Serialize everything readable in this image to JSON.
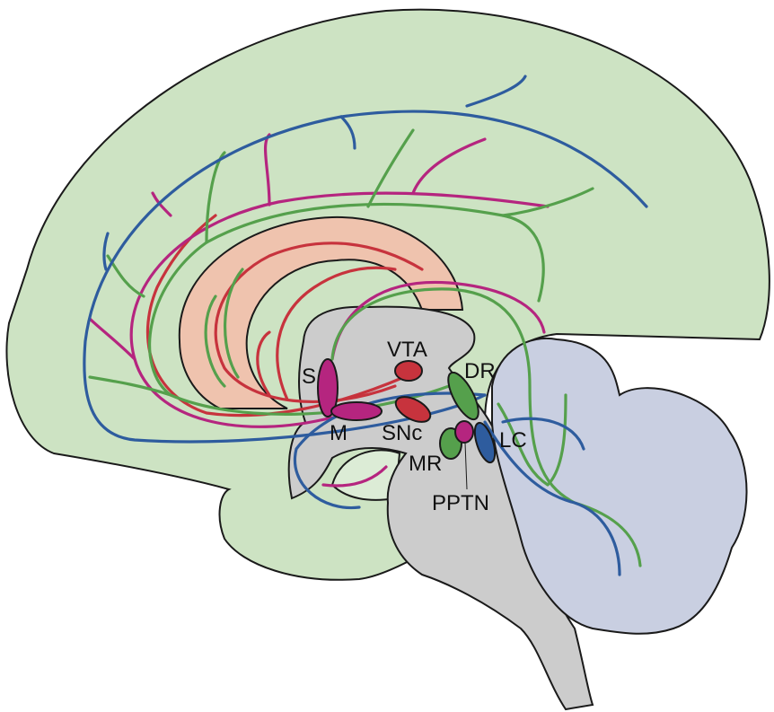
{
  "colors": {
    "cortex": "#cde3c3",
    "limbic": "#efc3ae",
    "brainstem": "#cccccc",
    "cerebellum": "#c9cfe1",
    "inner": "#dcecd6",
    "dopamine_red": "#c7333d",
    "acetylcholine_magenta": "#b5257f",
    "serotonin_green": "#55a04c",
    "noradrenaline_blue": "#2e5c9e"
  },
  "labels": {
    "vta": "VTA",
    "dr": "DR",
    "s": "S",
    "m": "M",
    "snc": "SNc",
    "lc": "LC",
    "mr": "MR",
    "pptn": "PPTN"
  },
  "nuclei": [
    {
      "name": "S",
      "color": "acetylcholine_magenta"
    },
    {
      "name": "M",
      "color": "acetylcholine_magenta"
    },
    {
      "name": "VTA",
      "color": "dopamine_red"
    },
    {
      "name": "SNc",
      "color": "dopamine_red"
    },
    {
      "name": "DR",
      "color": "serotonin_green"
    },
    {
      "name": "MR",
      "color": "serotonin_green"
    },
    {
      "name": "PPTN",
      "color": "acetylcholine_magenta"
    },
    {
      "name": "LC",
      "color": "noradrenaline_blue"
    }
  ]
}
